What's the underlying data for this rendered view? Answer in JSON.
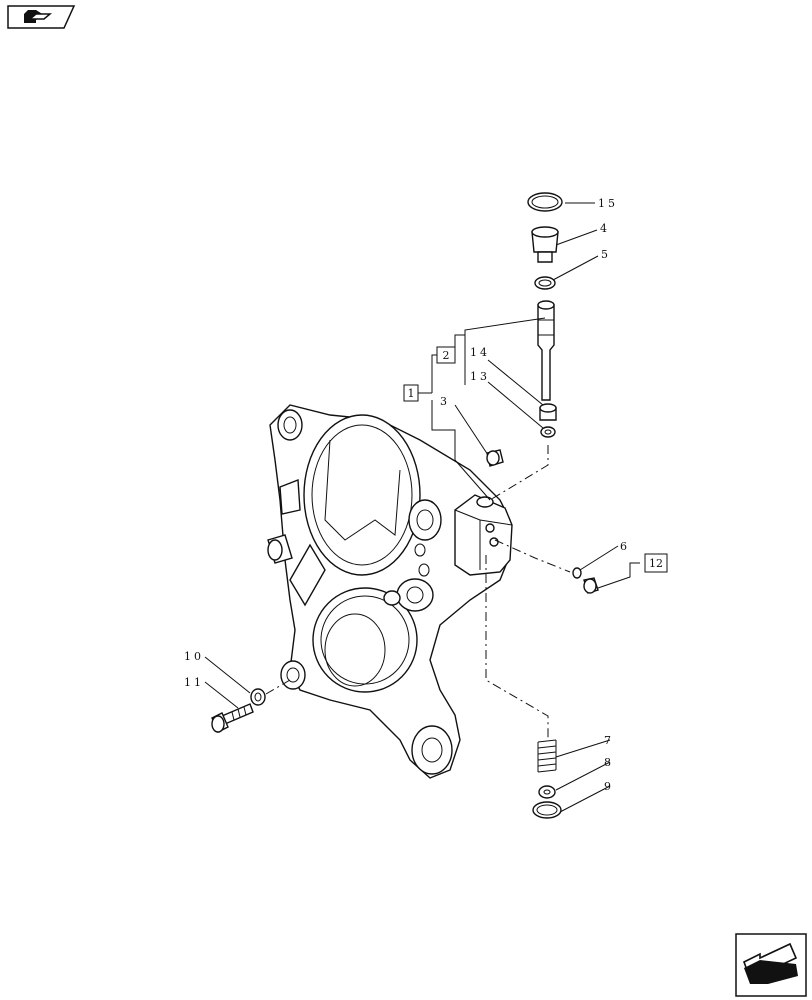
{
  "icons": {
    "top_left": "book-navigation-icon",
    "bottom_right": "next-page-arrow-icon"
  },
  "callouts": {
    "c1": "1",
    "c2": "2",
    "c3": "3",
    "c4": "4",
    "c5": "5",
    "c6": "6",
    "c7": "7",
    "c8": "8",
    "c9": "9",
    "c10": "10",
    "c11": "11",
    "c12": "12",
    "c13": "13",
    "c14": "14",
    "c15": "15"
  }
}
